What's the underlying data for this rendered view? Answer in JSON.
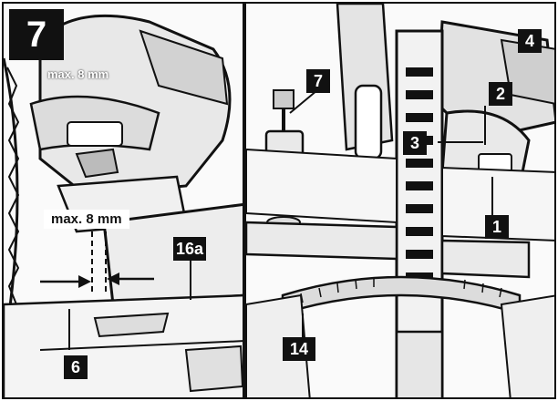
{
  "figure": {
    "step_number": "7",
    "measurement_label": "max. 8 mm",
    "measurement_label_ghost": "max. 8 mm"
  },
  "left_panel": {
    "callouts": {
      "c16a": "16a",
      "c6": "6"
    }
  },
  "right_panel": {
    "callouts": {
      "c1": "1",
      "c2": "2",
      "c3": "3",
      "c4": "4",
      "c7": "7",
      "c14": "14"
    }
  }
}
